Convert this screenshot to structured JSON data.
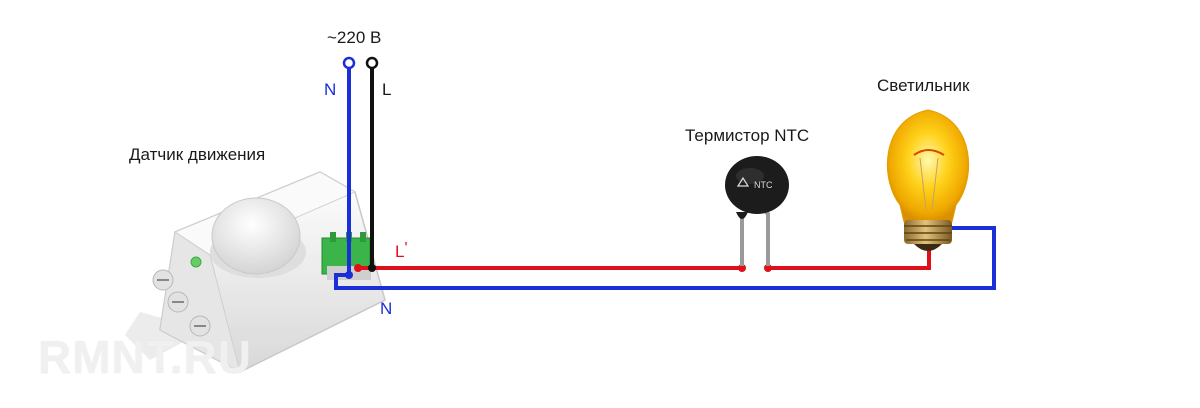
{
  "diagram": {
    "supply_label": "~220 В",
    "neutral_label_top": "N",
    "line_label": "L",
    "switched_line_label": "L",
    "switched_line_mark": "'",
    "neutral_label_bottom": "N",
    "sensor_label": "Датчик движения",
    "thermistor_label": "Термистор NTC",
    "thermistor_marking": "NTC",
    "lamp_label": "Светильник",
    "watermark": "RMNT.RU"
  },
  "colors": {
    "neutral_wire": "#1a2fd6",
    "line_wire": "#111111",
    "switched_wire": "#e0101a",
    "terminal_green": "#3bb54a",
    "thermistor_body": "#1c1c1c",
    "bulb_glow": "#ffd21a"
  },
  "icons": {
    "sensor": "motion-sensor-icon",
    "thermistor": "ntc-thermistor-icon",
    "lamp": "light-bulb-icon"
  }
}
